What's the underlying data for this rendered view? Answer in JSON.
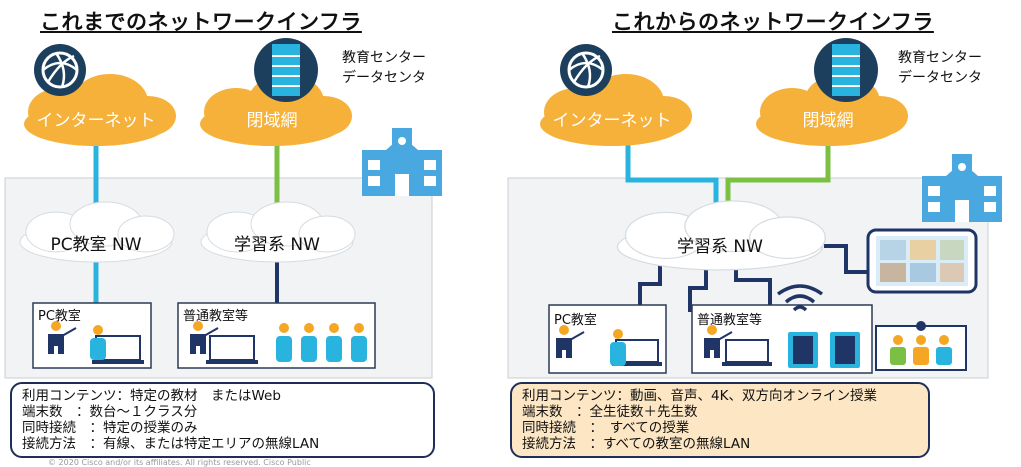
{
  "left": {
    "title": "これまでのネットワークインフラ",
    "internet": "インターネット",
    "closed_net": "閉域網",
    "dc_line1": "教育センター",
    "dc_line2": "データセンタ",
    "pc_nw": "PC教室 NW",
    "study_nw": "学習系 NW",
    "pc_room": "PC教室",
    "classroom": "普通教室等",
    "info": [
      "利用コンテンツ：特定の教材　またはWeb",
      "端末数　：数台～１クラス分",
      "同時接続　：特定の授業のみ",
      "接続方法　：有線、または特定エリアの無線LAN"
    ]
  },
  "right": {
    "title": "これからのネットワークインフラ",
    "internet": "インターネット",
    "closed_net": "閉域網",
    "dc_line1": "教育センター",
    "dc_line2": "データセンタ",
    "study_nw": "学習系 NW",
    "pc_room": "PC教室",
    "classroom": "普通教室等",
    "info": [
      "利用コンテンツ：動画、音声、4K、双方向オンライン授業",
      "端末数　：全生徒数＋先生数",
      "同時接続　：　すべての授業",
      "接続方法　：すべての教室の無線LAN"
    ]
  },
  "footer": "© 2020 Cisco and/or its affiliates. All rights reserved.   Cisco Public",
  "colors": {
    "cloud_orange": "#f5b13a",
    "line_cyan": "#29b4e0",
    "line_green": "#7bc043",
    "line_navy": "#1f3566",
    "school_blue": "#4aa8e0",
    "device_blue": "#29b4e0",
    "person_orange": "#f5a623",
    "info_bg_right": "#fde6c4"
  },
  "icons": [
    "globe-icon",
    "server-icon",
    "school-building-icon",
    "teacher-icon",
    "laptop-icon",
    "student-icon",
    "wifi-icon",
    "video-conference-icon"
  ]
}
